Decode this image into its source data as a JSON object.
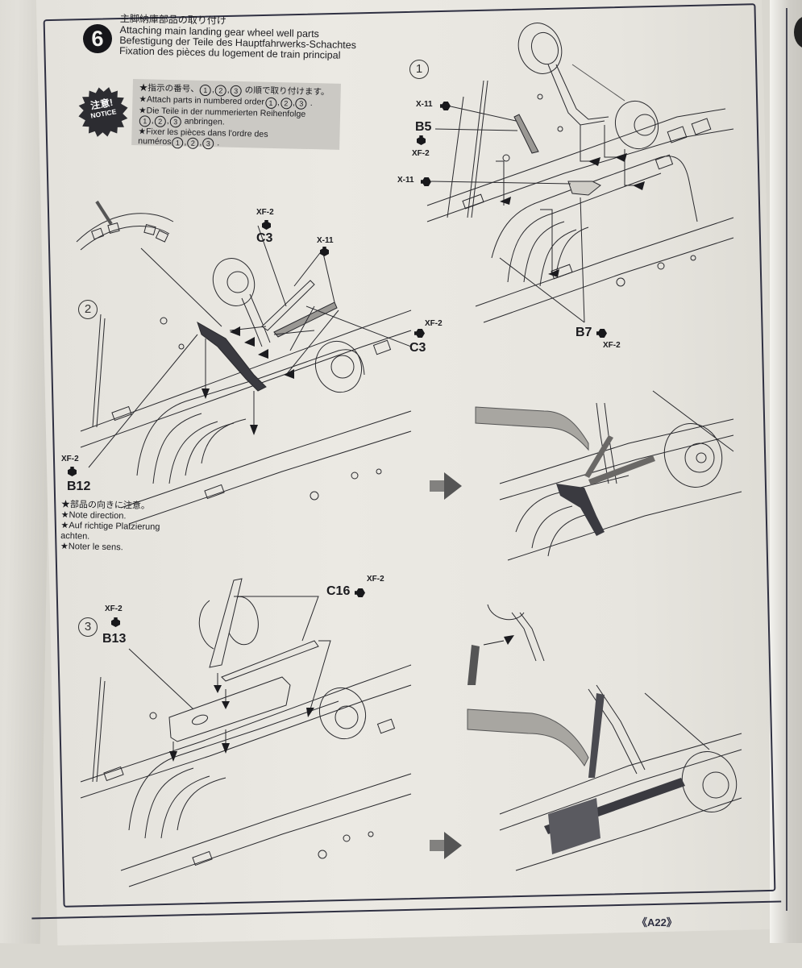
{
  "step": {
    "number": "6",
    "title_jp": "主脚納庫部品の取り付け",
    "title_en": "Attaching main landing gear wheel well parts",
    "title_de": "Befestigung der Teile des Hauptfahrwerks-Schachtes",
    "title_fr": "Fixation des pièces du logement de train principal"
  },
  "notice": {
    "badge_jp": "注意!",
    "badge_en": "NOTICE",
    "lines": [
      {
        "star": "★",
        "pre": "指示の番号、",
        "nums": [
          "1",
          "2",
          "3"
        ],
        "post": "の順で取り付けます。"
      },
      {
        "star": "★",
        "pre": "Attach parts in numbered order",
        "nums": [
          "1",
          "2",
          "3"
        ],
        "post": "."
      },
      {
        "star": "★",
        "pre": "Die Teile in der nummerierten Reihenfolge",
        "nums": [],
        "post": ""
      },
      {
        "star": "",
        "pre": "",
        "nums": [
          "1",
          "2",
          "3"
        ],
        "post": "anbringen."
      },
      {
        "star": "★",
        "pre": "Fixer les pièces dans l'ordre des",
        "nums": [],
        "post": ""
      },
      {
        "star": "",
        "pre": "numéros",
        "nums": [
          "1",
          "2",
          "3"
        ],
        "post": "."
      }
    ]
  },
  "substeps": {
    "one": "1",
    "two": "2",
    "three": "3"
  },
  "callouts": {
    "sub1": {
      "x11_a": "X-11",
      "b5": "B5",
      "b5_paint": "XF-2",
      "x11_b": "X-11",
      "b7": "B7",
      "b7_paint": "XF-2"
    },
    "sub2": {
      "c3_top_paint": "XF-2",
      "c3_top": "C3",
      "x11": "X-11",
      "c3_right_paint": "XF-2",
      "c3_right": "C3",
      "b12_paint": "XF-2",
      "b12": "B12"
    },
    "sub3": {
      "b13_paint": "XF-2",
      "b13": "B13",
      "c16": "C16",
      "c16_paint": "XF-2"
    }
  },
  "direction_note": {
    "lines": [
      "★部品の向きに注意。",
      "★Note direction.",
      "★Auf richtige Platzierung",
      "achten.",
      "★Noter le sens."
    ]
  },
  "footer": {
    "page_code": "《A22》"
  },
  "colors": {
    "paper": "#e8e6e0",
    "ink": "#1b1b1f",
    "frame": "#2f3042",
    "notice_bg": "#cbc9c4",
    "tool_gray": "#a8a6a1"
  }
}
